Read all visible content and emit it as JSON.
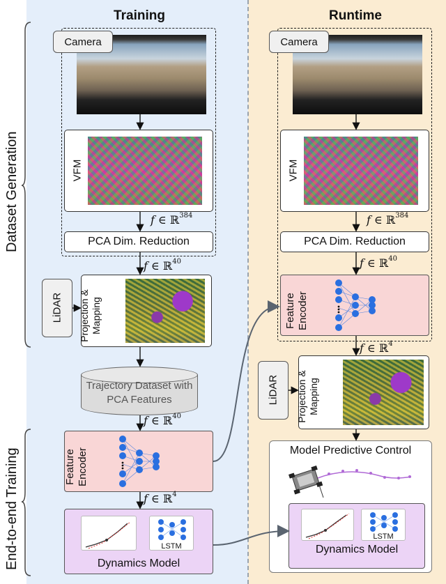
{
  "columns": {
    "training": "Training",
    "runtime": "Runtime"
  },
  "side_labels": {
    "dataset_generation": "Dataset Generation",
    "end_to_end_training": "End-to-end Training"
  },
  "training": {
    "camera": "Camera",
    "vfm": "VFM",
    "f384": "384",
    "pca": "PCA Dim. Reduction",
    "f40": "40",
    "lidar": "LiDAR",
    "projection": "Projection & Mapping",
    "dataset": "Trajectory Dataset with PCA Features",
    "f40b": "40",
    "feature_encoder": "Feature Encoder",
    "f4": "4",
    "dynamics_model": "Dynamics Model",
    "lstm": "LSTM"
  },
  "runtime": {
    "camera": "Camera",
    "vfm": "VFM",
    "f384": "384",
    "pca": "PCA Dim. Reduction",
    "f40": "40",
    "feature_encoder": "Feature Encoder",
    "f4": "4",
    "lidar": "LiDAR",
    "projection": "Projection & Mapping",
    "mpc": "Model Predictive Control",
    "dynamics_model": "Dynamics Model",
    "lstm": "LSTM"
  },
  "colors": {
    "training_bg": "#e4eefa",
    "runtime_bg": "#fbecd2",
    "encoder_fill": "#f9d6d6",
    "dynamics_fill": "#ecd4f6",
    "network_blue": "#2a6fe0",
    "arrow_gray": "#5a6470"
  }
}
